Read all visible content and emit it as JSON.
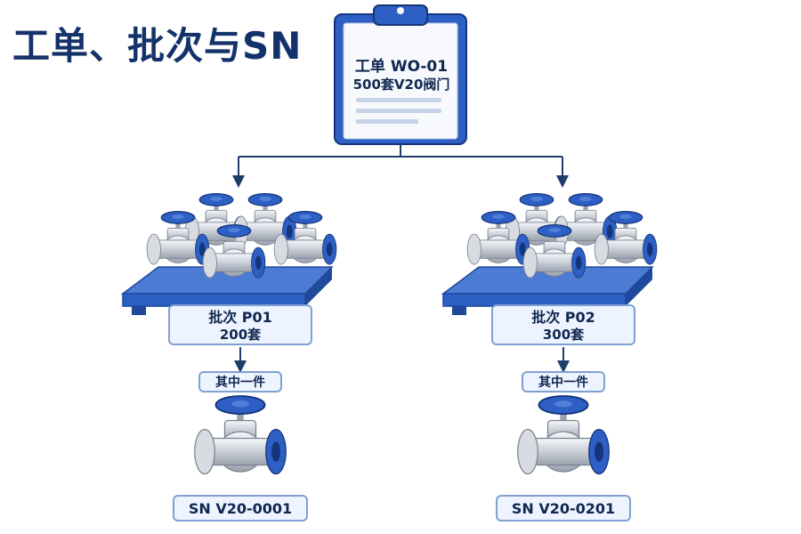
{
  "title": "工单、批次与SN",
  "work_order": {
    "line1": "工单 WO-01",
    "line2": "500套V20阀门",
    "icon": "clipboard-icon"
  },
  "batches": [
    {
      "line1": "批次 P01",
      "line2": "200套",
      "icon": "valve-pallet-icon"
    },
    {
      "line1": "批次 P02",
      "line2": "300套",
      "icon": "valve-pallet-icon"
    }
  ],
  "one_of_label": "其中一件",
  "serials": [
    {
      "label": "SN V20-0001",
      "icon": "valve-icon"
    },
    {
      "label": "SN V20-0201",
      "icon": "valve-icon"
    }
  ],
  "colors": {
    "accent": "#2d5fc4",
    "dark_blue": "#14326a",
    "box_fill": "#eef4ff",
    "box_border": "#7fa0d0",
    "arrow": "#1d3d6b"
  }
}
